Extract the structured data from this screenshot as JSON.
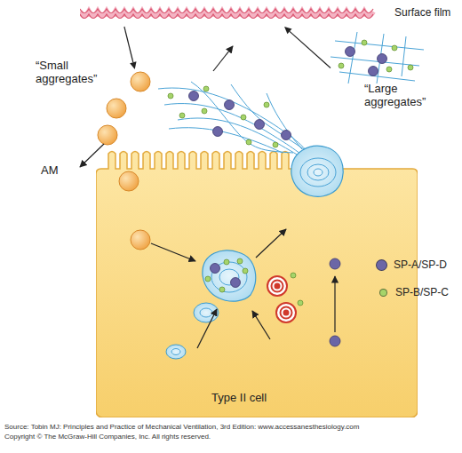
{
  "diagram": {
    "nodes": [
      {
        "text": [
          "Surface film"
        ]
      },
      {
        "text": [
          "“Small aggregates”"
        ]
      },
      {
        "text": [
          "“Large aggregates”"
        ]
      },
      {
        "text": [
          "Type II cell"
        ]
      }
    ],
    "edges": [
      {
        "from": 0,
        "to": 1,
        "arrow": "to"
      },
      {
        "from": 2,
        "to": 0,
        "arrow": "to"
      }
    ],
    "labels": [
      "AM",
      "Source: Tobin MJ: Principles and Practice of Mechanical Ventilation, 3rd Edition: www.accessanesthesiology.com",
      "Copyright © The McGraw-Hill Companies, Inc. All rights reserved."
    ],
    "legend": [
      {
        "text": "SP-A/SP-D",
        "color": "#6b66a6"
      },
      {
        "text": "SP-B/SP-C",
        "color": "#a6d46a"
      }
    ]
  }
}
